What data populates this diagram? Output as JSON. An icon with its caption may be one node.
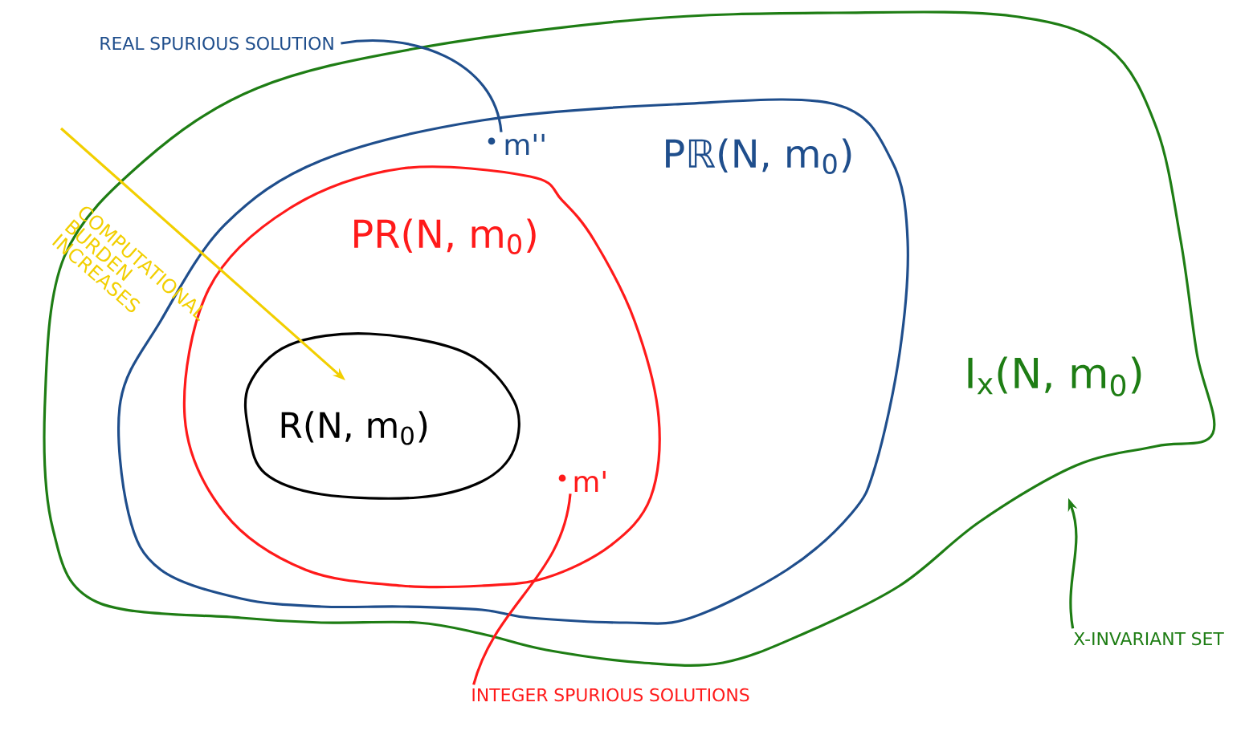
{
  "diagram": {
    "nodes": [
      {
        "text": [
          "I$_{x}$(N, m$_{0}$)"
        ]
      },
      {
        "text": [
          "Pℝ(N, m$_{0}$)"
        ],
        "in": 0
      },
      {
        "text": [
          "PR(N, m$_{0}$)"
        ],
        "in": 1
      },
      {
        "text": [
          "R(N, m$_{0}$)"
        ],
        "in": 2
      },
      {
        "text": [
          "m''"
        ],
        "in": 1
      },
      {
        "text": [
          "m'"
        ],
        "in": 2
      },
      {
        "text": [
          "REAL SPURIOUS SOLUTION"
        ]
      },
      {
        "text": [
          "INTEGER SPURIOUS SOLUTIONS"
        ]
      },
      {
        "text": [
          "X-INVARIANT SET"
        ]
      }
    ],
    "edges": [
      {
        "from": 6,
        "to": 4,
        "arrow": "none",
        "color": "#1f4e8c"
      },
      {
        "from": 7,
        "to": 5,
        "arrow": "none",
        "color": "#ff1a1a"
      },
      {
        "from": 8,
        "to": 0,
        "arrow": "to",
        "color": "#1e7d14"
      },
      {
        "from": null,
        "to": 3,
        "arrow": "to",
        "color": "#f2cf00",
        "label": "COMPUTATIONAL BURDEN INCREASES"
      }
    ]
  }
}
